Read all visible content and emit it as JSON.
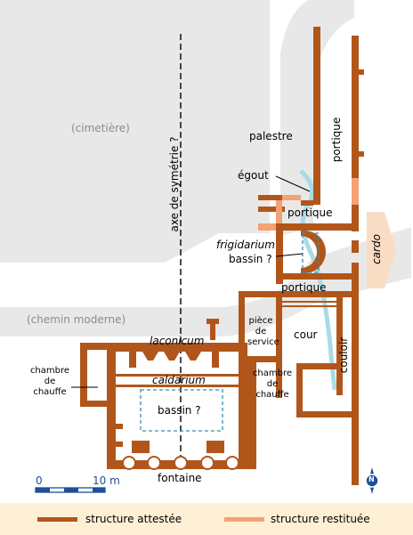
{
  "labels": {
    "cimetiere": "(cimetière)",
    "chemin": "(chemin moderne)",
    "axe": "axe de symétrie ?",
    "palestre": "palestre",
    "portique_east": "portique",
    "egout": "égout",
    "portique_north": "portique",
    "frigidarium": "frigidarium",
    "bassin_frig": "bassin ?",
    "cardo": "cardo",
    "portique_mid": "portique",
    "piece_service": "pièce de service",
    "cour": "cour",
    "couloir": "couloir",
    "laconicum": "laconicum",
    "caldarium": "caldarium",
    "chambre_west": "chambre de chauffe",
    "bassin_cald": "bassin ?",
    "chambre_east": "chambre de chauffe",
    "fontaine": "fontaine"
  },
  "scale": {
    "zero": "0",
    "ten": "10 m"
  },
  "north": "N",
  "legend": {
    "attested": "structure attestée",
    "restored": "structure restituée"
  },
  "colors": {
    "attested": "#b1561b",
    "restored": "#f3a273",
    "background_grey": "#e8e8e8",
    "channel": "#a9dbe6",
    "cardo_arrow": "#f9dcc4",
    "legend_bg": "#fdf0d5",
    "scale_bar": "#1f4f99"
  }
}
